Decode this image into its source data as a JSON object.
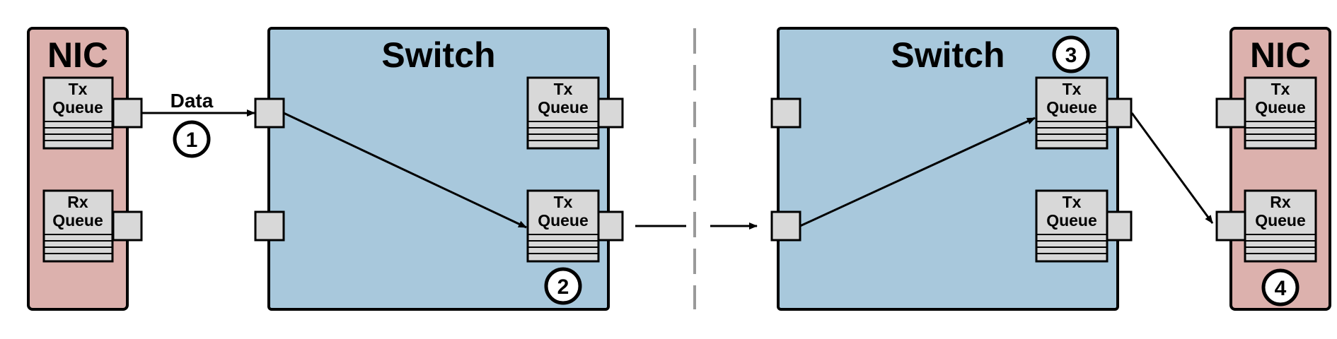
{
  "colors": {
    "nic_fill": "#dcb1ad",
    "switch_fill": "#a8c8dc",
    "queue_fill": "#d8d8d8",
    "port_fill": "#d8d8d8",
    "stroke": "#000000",
    "divider": "#9a9a9a"
  },
  "nics": [
    {
      "title": "NIC"
    },
    {
      "title": "NIC"
    }
  ],
  "switches": [
    {
      "title": "Switch"
    },
    {
      "title": "Switch"
    }
  ],
  "queue_line1": {
    "tx": "Tx",
    "rx": "Rx"
  },
  "queue_line2": "Queue",
  "edge_label": "Data",
  "steps": [
    "1",
    "2",
    "3",
    "4"
  ],
  "icons": {
    "arrow": "arrow-right-icon",
    "step": "numbered-circle-icon"
  }
}
